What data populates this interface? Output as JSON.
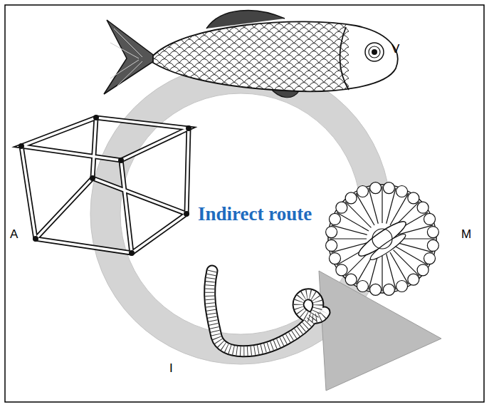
{
  "diagram": {
    "labels": [
      "V",
      "M",
      "A",
      "Indirect route",
      "I"
    ]
  }
}
